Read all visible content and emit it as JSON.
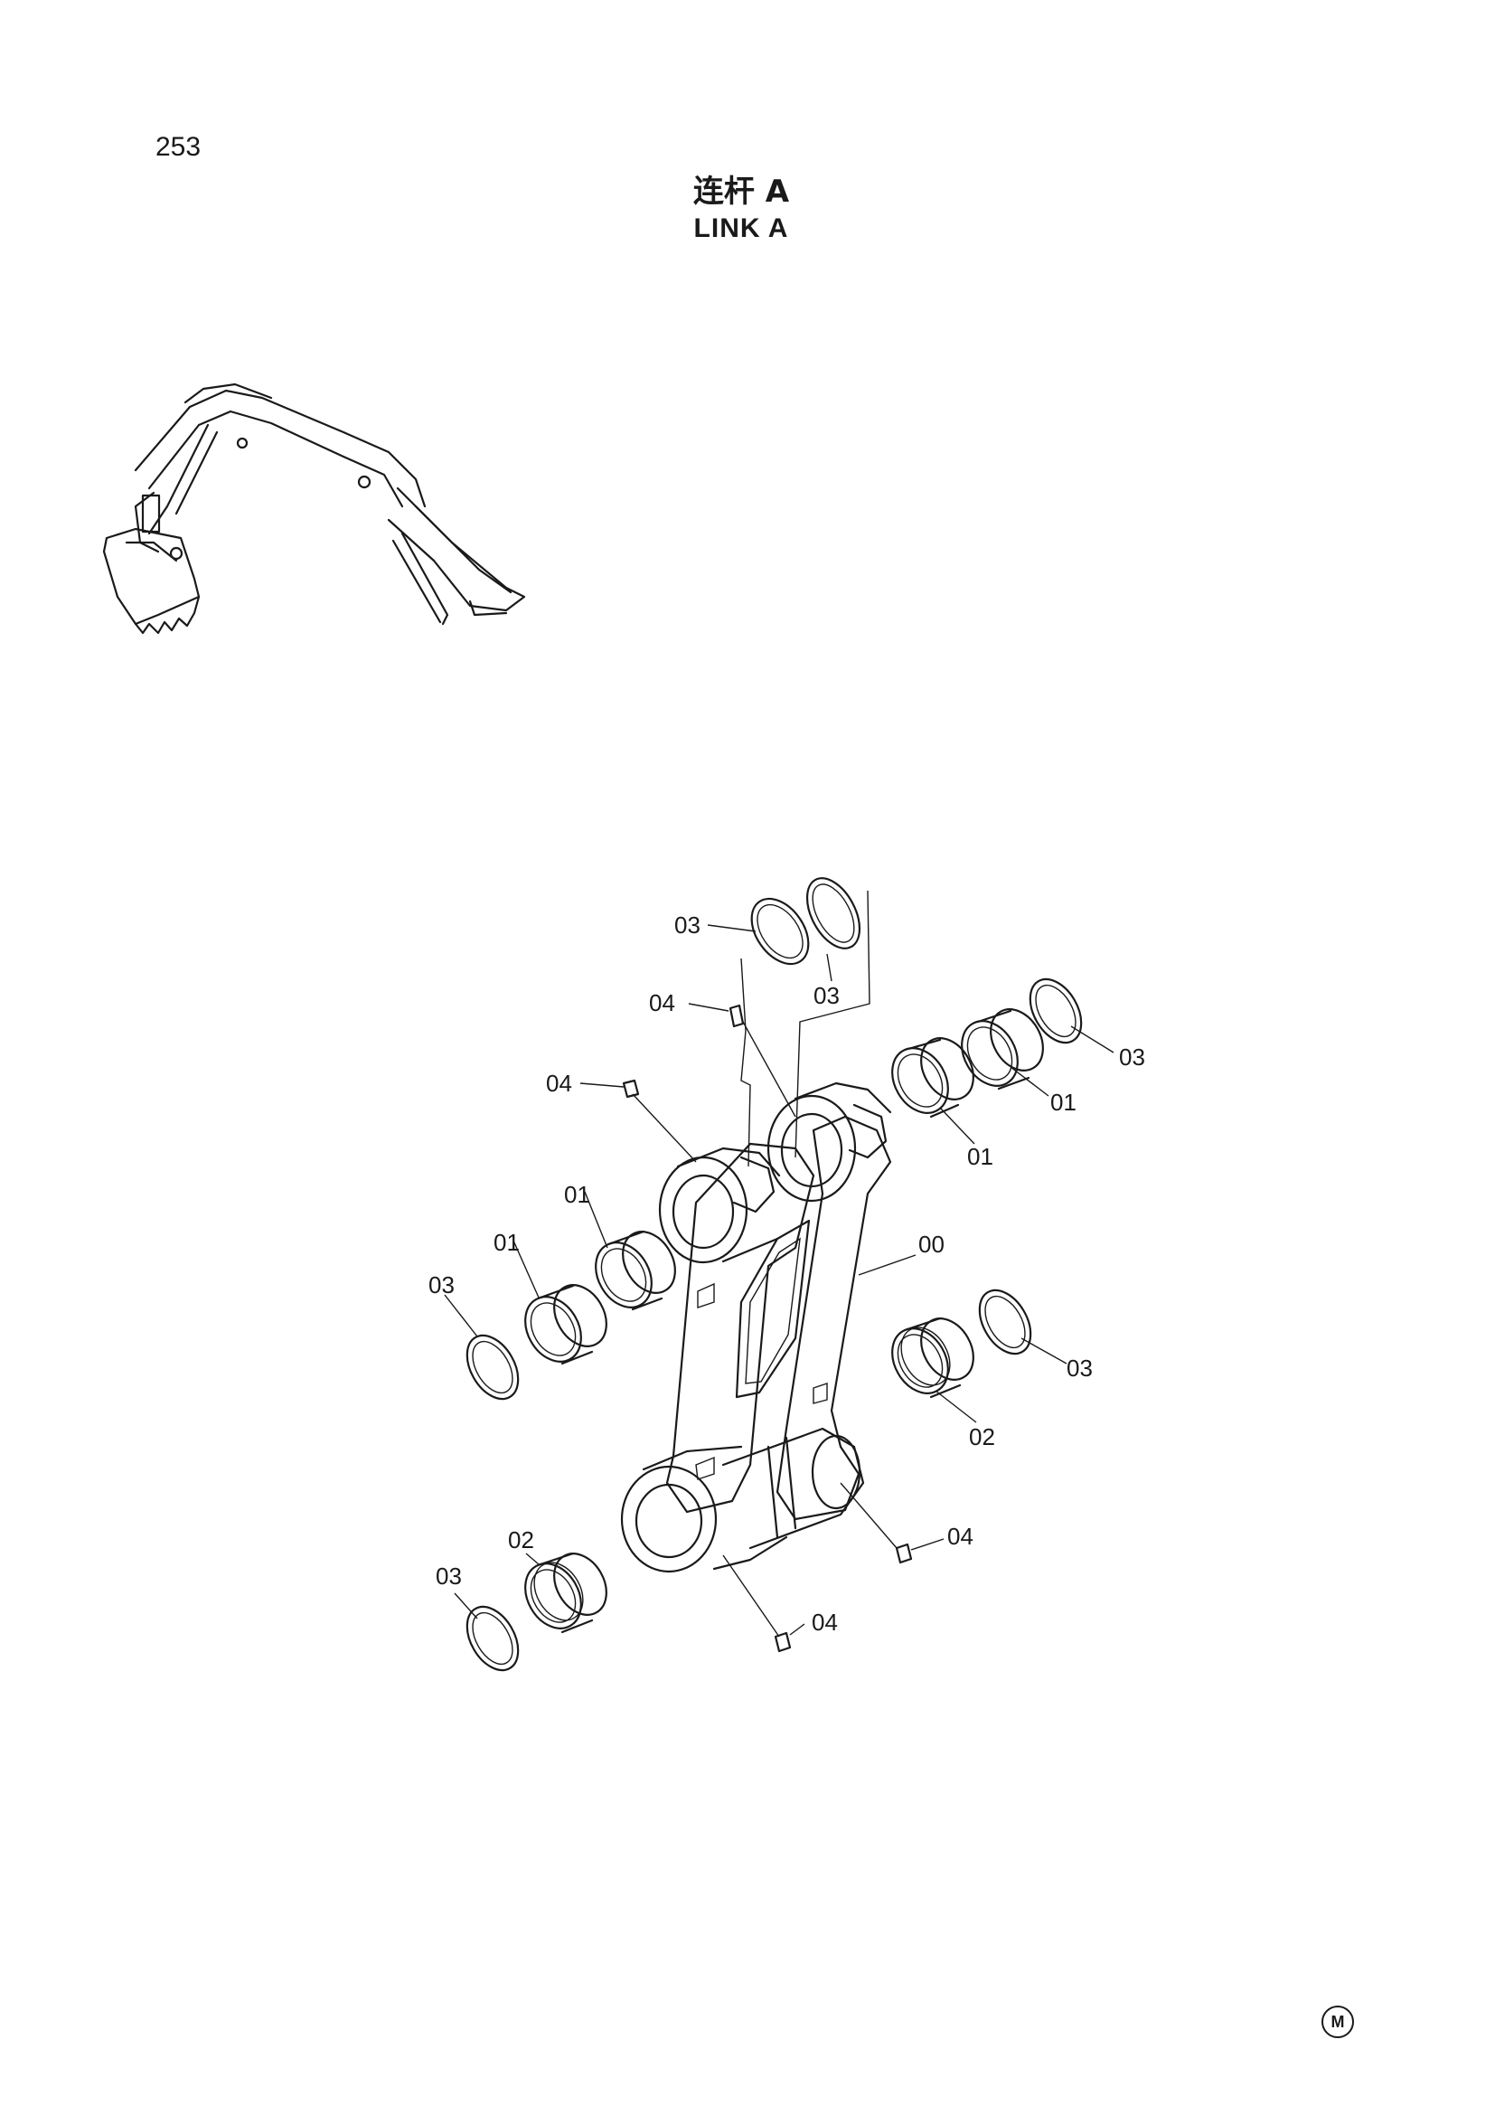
{
  "header": {
    "page_number": "253",
    "title_cn": "连杆 A",
    "title_en": "LINK  A"
  },
  "callouts": {
    "c03_top_left": "03",
    "c03_top_right": "03",
    "c04_top": "04",
    "c04_upper_left": "04",
    "c03_right_upper": "03",
    "c01_right_outer": "01",
    "c01_right_inner": "01",
    "c01_left_inner": "01",
    "c01_left_outer": "01",
    "c03_left_upper": "03",
    "c00_link": "00",
    "c03_right_lower": "03",
    "c02_right": "02",
    "c02_left": "02",
    "c03_left_lower": "03",
    "c04_lower_right": "04",
    "c04_bottom": "04"
  },
  "footer": {
    "mark": "M"
  }
}
